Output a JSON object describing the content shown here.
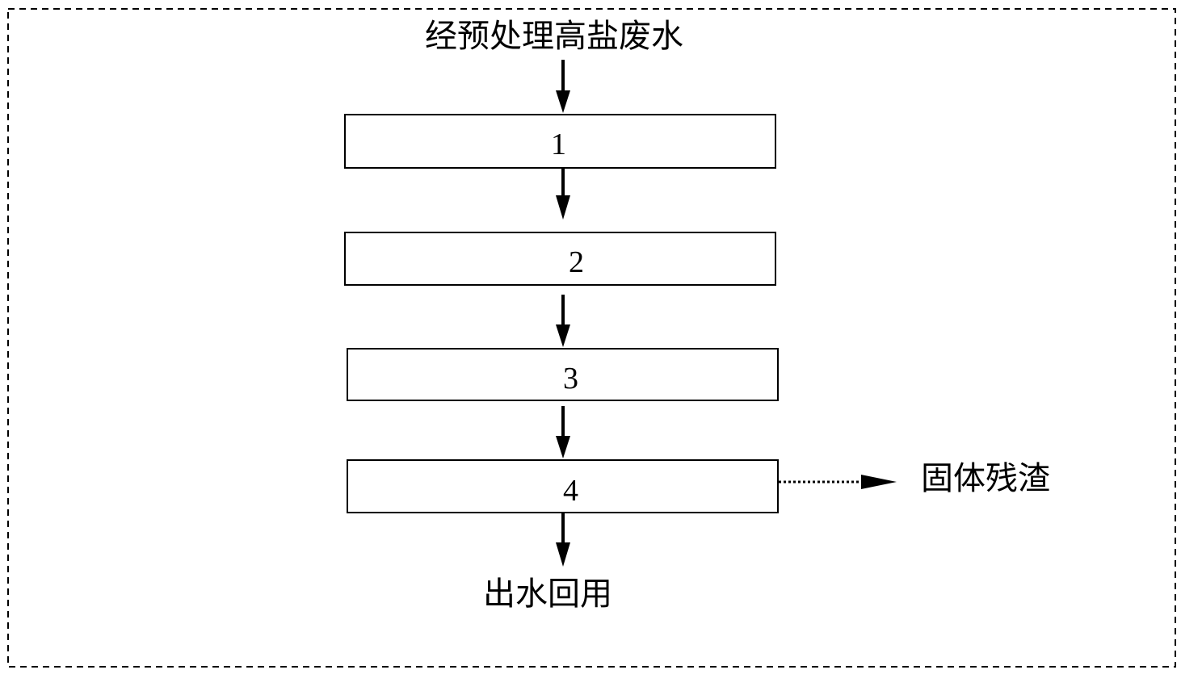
{
  "diagram": {
    "input_label": "经预处理高盐废水",
    "steps": [
      {
        "label": "1"
      },
      {
        "label": "2"
      },
      {
        "label": "3"
      },
      {
        "label": "4"
      }
    ],
    "side_output_label": "固体残渣",
    "output_label": "出水回用"
  }
}
